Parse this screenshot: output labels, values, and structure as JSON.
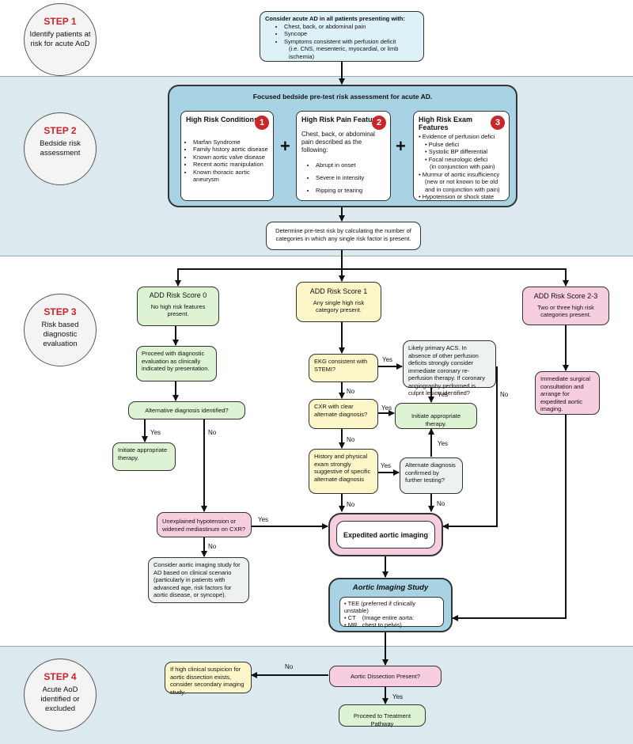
{
  "steps": [
    {
      "title": "STEP 1",
      "desc": "Identify patients at risk for acute AoD"
    },
    {
      "title": "STEP 2",
      "desc": "Bedside risk assessment"
    },
    {
      "title": "STEP 3",
      "desc": "Risk based diagnostic evaluation"
    },
    {
      "title": "STEP 4",
      "desc": "Acute AoD identified or excluded"
    }
  ],
  "consider": {
    "title": "Consider acute AD in all patients presenting with:",
    "items": [
      "Chest, back, or abdominal pain",
      "Syncope",
      "Symptoms consistent with perfusion deficit"
    ],
    "note": "(i.e. CNS, mesenteric, myocardial, or limb ischemia)"
  },
  "assessment": {
    "title": "Focused bedside pre-test risk assessment for acute AD.",
    "conditions": {
      "num": "1",
      "title": "High Risk Conditions",
      "items": [
        "Marfan Syndrome",
        "Family history aortic disease",
        "Known aortic valve disease",
        "Recent aortic manipulation",
        "Known thoracic aortic aneurysm"
      ]
    },
    "pain": {
      "num": "2",
      "title": "High Risk Pain Features",
      "intro": "Chest, back, or abdominal pain described as the following:",
      "items": [
        "Abrupt in onset",
        "Severe in intensity",
        "Ripping or tearing"
      ]
    },
    "exam": {
      "num": "3",
      "title": "High Risk Exam Features",
      "items": [
        "Evidence of perfusion defici",
        "Pulse defici",
        "Systolic BP differential",
        "Focal neurologic defici",
        "(in conjunction with pain)",
        "Murmur of aortic insufficiency",
        "(new or not known to be old",
        "and in conjunction with pain)",
        "Hypotension or shock state"
      ]
    },
    "plus": "+"
  },
  "determine": "Determine pre-test risk by calculating the number of categories in which any single risk factor is present.",
  "score0": {
    "title": "ADD Risk Score 0",
    "desc": "No high risk features present."
  },
  "score1": {
    "title": "ADD Risk Score 1",
    "desc": "Any single high risk category present."
  },
  "score23": {
    "title": "ADD Risk Score 2-3",
    "desc": "Two or three high risk categories present."
  },
  "left": {
    "proceed": "Proceed with diagnostic evaluation as clinically indicated by presentation.",
    "alt": "Alternative diagnosis identified?",
    "initiate": "Initiate appropriate therapy.",
    "hypo": "Unexplained hypotension or widened mediastinum on CXR?",
    "consider": "Consider aortic imaging study for AD based on clinical scenario (particularly in patients with advanced age, risk factors for aortic disease, or syncope)."
  },
  "middle": {
    "ekg": "EKG consistent with STEMI?",
    "acs": "Likely primary ACS. In absence of other perfusion deficits strongly consider immediate coronary re-perfusion therapy. If coronary angiography performed is culprit lesion identified?",
    "cxr": "CXR with clear alternate diagnosis?",
    "initiate": "Initiate appropriate therapy.",
    "history": "History and physical exam strongly suggestive of specific alternate diagnosis",
    "altconf": "Alternate diagnosis confirmed by further testing?"
  },
  "right": {
    "surgical": "Immediate surgical consultation and arrange for expedited aortic imaging."
  },
  "expedited": "Expedited aortic imaging",
  "imaging": {
    "title": "Aortic Imaging Study",
    "tee": "TEE (preferred if clinically unstable)",
    "ct": "CT",
    "ct_note": "(Image entire aorta: chest to pelvis)",
    "mr": "MR"
  },
  "step4": {
    "suspicion": "If high clinical suspicion for aortic dissection exists, consider secondary imaging study.",
    "present": "Aortic Dissection Present?",
    "treatment": "Proceed to Treatment Pathway"
  },
  "labels": {
    "yes": "Yes",
    "no": "No"
  }
}
